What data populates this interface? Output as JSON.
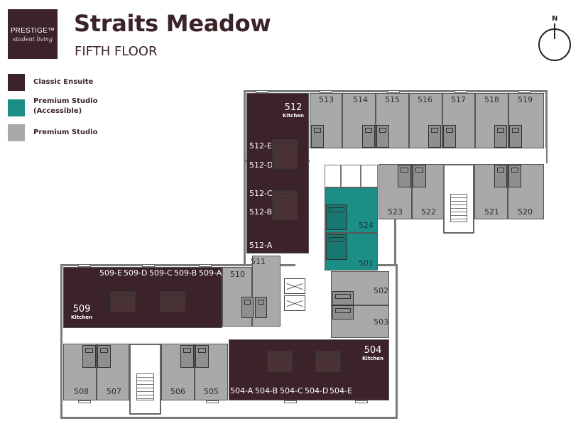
{
  "brand": {
    "line1": "PRESTIGE™",
    "line2": "student living"
  },
  "header": {
    "title": "Straits Meadow",
    "subtitle": "FIFTH FLOOR"
  },
  "compass": {
    "label": "N",
    "icon": "north-arrow-icon"
  },
  "legend": [
    {
      "label": "Classic Ensuite",
      "color": "#3c2229"
    },
    {
      "label": "Premium Studio",
      "label2": "(Accessible)",
      "color": "#1b8f85"
    },
    {
      "label": "Premium Studio",
      "color": "#a9a9a9"
    }
  ],
  "rooms": {
    "r512": {
      "num": "512",
      "sub": "Kitchen"
    },
    "r512e": "512-E",
    "r512d": "512-D",
    "r512c": "512-C",
    "r512b": "512-B",
    "r512a": "512-A",
    "r513": "513",
    "r514": "514",
    "r515": "515",
    "r516": "516",
    "r517": "517",
    "r518": "518",
    "r519": "519",
    "r520": "520",
    "r521": "521",
    "r522": "522",
    "r523": "523",
    "r524": "524",
    "r501": "501",
    "r502": "502",
    "r503": "503",
    "r504": {
      "num": "504",
      "sub": "Kitchen"
    },
    "r504a": "504-A",
    "r504b": "504-B",
    "r504c": "504-C",
    "r504d": "504-D",
    "r504e": "504-E",
    "r505": "505",
    "r506": "506",
    "r507": "507",
    "r508": "508",
    "r509": {
      "num": "509",
      "sub": "Kitchen"
    },
    "r509a": "509-A",
    "r509b": "509-B",
    "r509c": "509-C",
    "r509d": "509-D",
    "r509e": "509-E",
    "r510": "510",
    "r511": "511"
  }
}
